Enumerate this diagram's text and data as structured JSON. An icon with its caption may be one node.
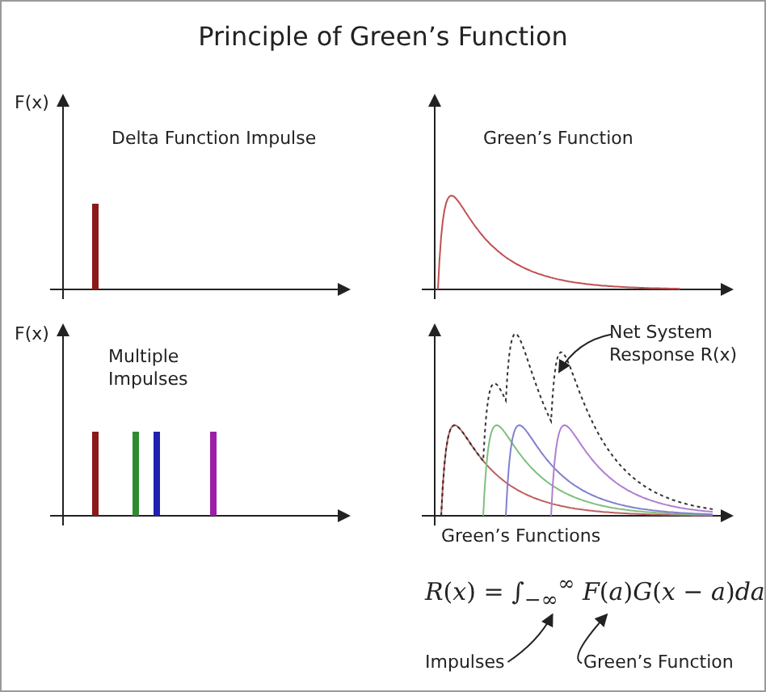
{
  "diagram": {
    "title": "Principle of Green’s Function",
    "nodes": [
      {
        "text": [
          "Net System Response R(x)"
        ]
      },
      {
        "text": [
          "Impulses"
        ]
      },
      {
        "text": [
          "Green’s Function"
        ]
      },
      {
        "text": [
          "*R*(*x*) = ∫$_{−∞}$$^{∞}$ *F*(*a*)*G*(*x* − *a*)*da*"
        ]
      },
      {
        "text": [],
        "shape": "curve"
      }
    ],
    "edges": [
      {
        "from": 0,
        "to": 4,
        "arrow": "to"
      },
      {
        "from": 1,
        "to": 3,
        "arrow": "to"
      },
      {
        "from": 2,
        "to": 3,
        "arrow": "to"
      }
    ],
    "labels": [
      "F(x)",
      "Delta Function Impulse",
      "Green’s Function",
      "F(x)",
      "Multiple Impulses",
      "Green’s Functions"
    ]
  }
}
